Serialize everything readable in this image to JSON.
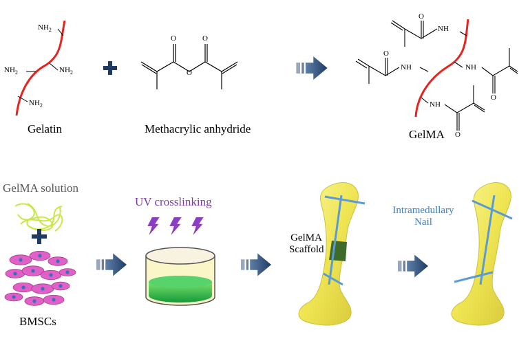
{
  "top": {
    "gelatin": {
      "label": "Gelatin",
      "group": "NH2"
    },
    "reagent": {
      "label": "Methacrylic anhydride",
      "atom": "O"
    },
    "product": {
      "label": "GelMA",
      "group": "NH"
    }
  },
  "bottom": {
    "solution_label": "GelMA solution",
    "cells_label": "BMSCs",
    "uv_label": "UV crosslinking",
    "scaffold_label_line1": "GelMA",
    "scaffold_label_line2": "Scaffold",
    "nail_label_line1": "Intramedullary",
    "nail_label_line2": "Nail"
  },
  "colors": {
    "gelatin_chain": "#e8231f",
    "arrow": "#1f3b63",
    "plus": "#1f3b63",
    "uv": "#8a3fc2",
    "nail": "#5a9bd5",
    "bone": "#f2ea5a",
    "scaffold": "#3f6b2a",
    "gel": "#2cc24a",
    "cells": "#e060c8"
  },
  "icons": [
    "plus-icon",
    "right-arrow-icon",
    "lightning-icon",
    "petri-dish-icon",
    "femur-bone-icon",
    "cell-icon"
  ]
}
